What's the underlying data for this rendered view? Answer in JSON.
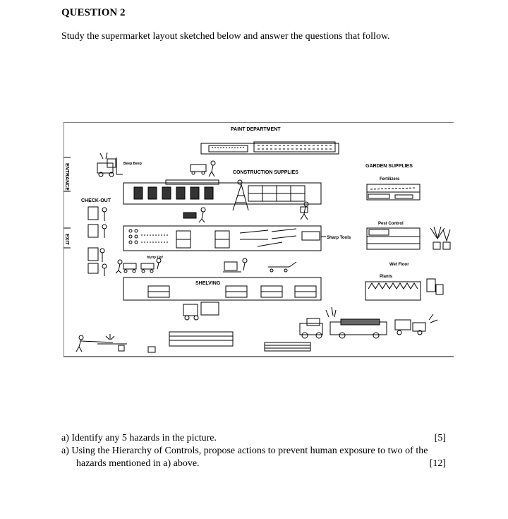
{
  "question": {
    "title": "QUESTION 2",
    "intro": "Study the supermarket layout sketched below and answer the questions that follow."
  },
  "sketch": {
    "paint_department": "PAINT DEPARTMENT",
    "construction_supplies": "CONSTRUCTION SUPPLIES",
    "garden_supplies": "GARDEN SUPPLIES",
    "fertilizers": "Fertilizers",
    "pest_control": "Pest Control",
    "wet_floor": "Wet Floor",
    "plants": "Plants",
    "checkout": "CHECK-OUT",
    "entrance": "ENTRANCE",
    "exit": "EXIT",
    "beep_beep": "Beep Beep",
    "hurry_up": "Hurry Up!",
    "sharp_tools": "Sharp Tools",
    "shelving": "SHELVING"
  },
  "questions": [
    {
      "text": "a) Identify any 5 hazards in the picture.",
      "marks": "[5]"
    },
    {
      "text": "a)  Using the Hierarchy of Controls, propose actions to prevent human exposure to two of the",
      "continuation": "hazards mentioned in a) above.",
      "marks": "[12]"
    }
  ]
}
